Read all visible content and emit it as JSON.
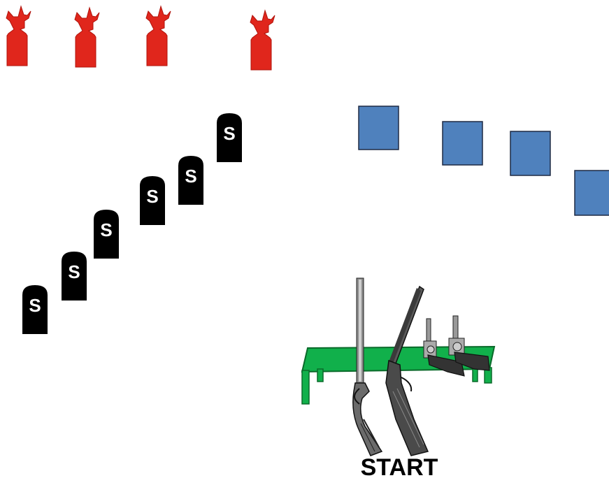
{
  "stage": {
    "title": "",
    "start_label": "START",
    "tombstone_letter": "S"
  },
  "counts": {
    "cowboy_targets": 4,
    "tombstone_targets": 6,
    "square_targets": 4
  },
  "icons": {
    "cowboy_target": "cowboy-silhouette-target-icon",
    "tombstone_target": "tombstone-s-target-icon",
    "square_target": "square-steel-target-icon",
    "table": "loading-table-icon",
    "rifle": "lever-action-rifle-icon",
    "shotgun": "shotgun-icon",
    "revolver": "revolver-icon"
  },
  "colors": {
    "cowboy_target": "#e0261c",
    "tombstone": "#000000",
    "tombstone_letter": "#ffffff",
    "square_fill": "#4f81bd",
    "square_stroke": "#1f2a44",
    "table_top": "#11b04b",
    "table_edge": "#0a6a2a",
    "start_text": "#000000"
  }
}
